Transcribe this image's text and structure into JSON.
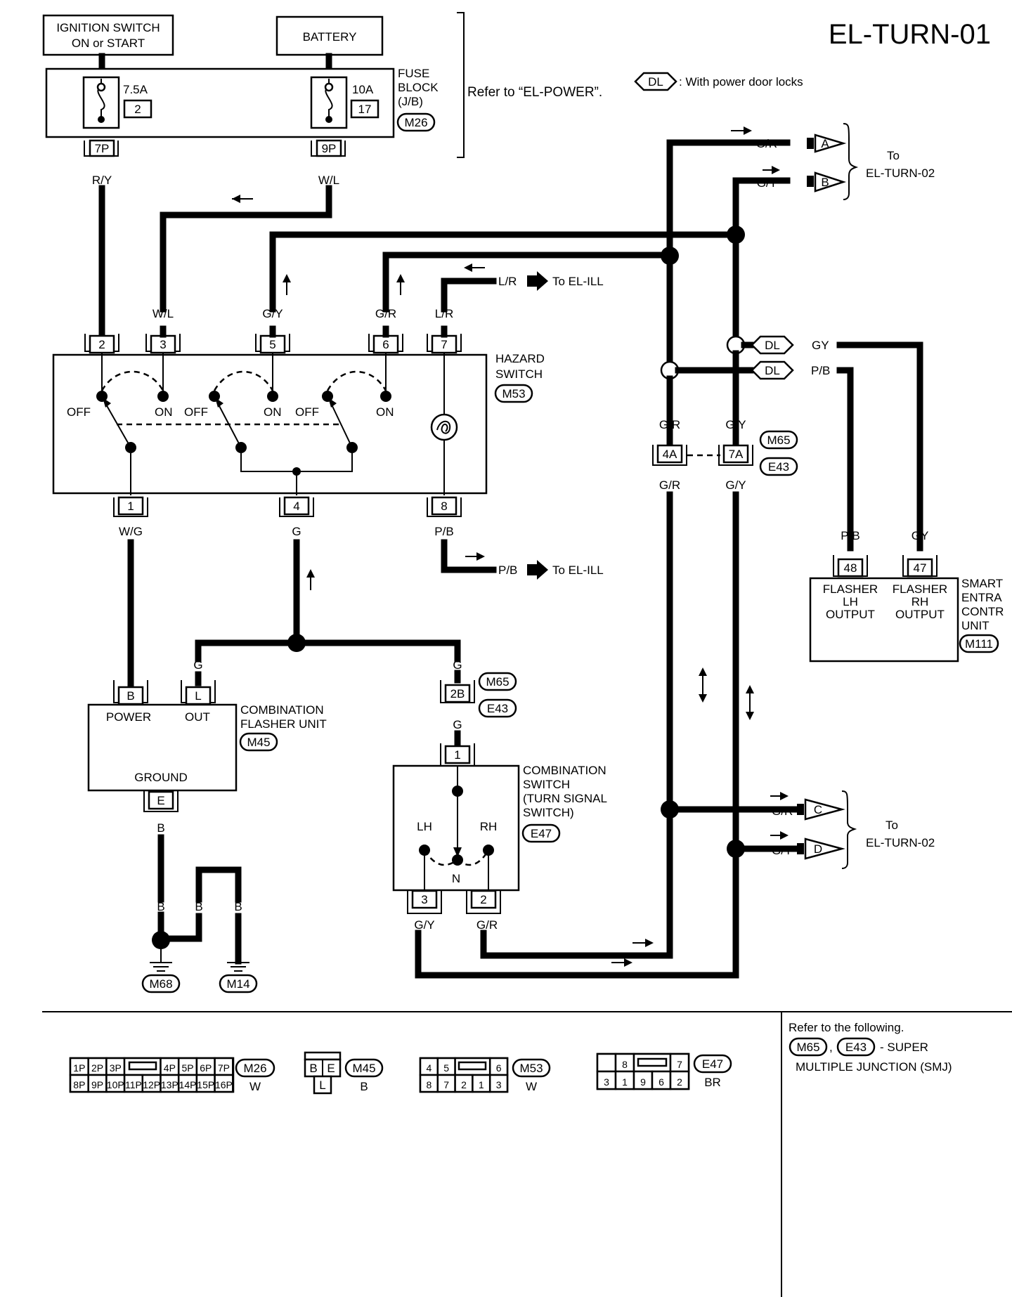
{
  "diagram": {
    "page_code": "EL-TURN-01",
    "note_dl": ": With power door locks",
    "note_refer_power": "Refer to “EL-POWER”.",
    "to_label": "To",
    "turn02": "EL-TURN-02",
    "to_el_ill": "To EL-ILL",
    "sources": {
      "ignition_line1": "IGNITION SWITCH",
      "ignition_line2": "ON or START",
      "battery": "BATTERY"
    },
    "fuse_block": {
      "line1": "FUSE",
      "line2": "BLOCK",
      "line3": "(J/B)",
      "conn": "M26",
      "fuse1_rating": "7.5A",
      "fuse1_no": "2",
      "fuse2_rating": "10A",
      "fuse2_no": "17",
      "pin1": "7P",
      "pin2": "9P"
    },
    "hazard": {
      "line1": "HAZARD",
      "line2": "SWITCH",
      "conn": "M53",
      "off": "OFF",
      "on": "ON",
      "pins_top": [
        "2",
        "3",
        "5",
        "6",
        "7"
      ],
      "pins_bottom": [
        "1",
        "4",
        "8"
      ]
    },
    "flasher": {
      "line1": "COMBINATION",
      "line2": "FLASHER UNIT",
      "conn": "M45",
      "power": "POWER",
      "out": "OUT",
      "ground": "GROUND",
      "pin_b": "B",
      "pin_l": "L",
      "pin_e": "E"
    },
    "combo_switch": {
      "line1": "COMBINATION",
      "line2": "SWITCH",
      "line3": "(TURN SIGNAL",
      "line4": "SWITCH)",
      "conn": "E47",
      "lh": "LH",
      "rh": "RH",
      "n": "N",
      "pin_top": "1",
      "pin_lh": "3",
      "pin_rh": "2"
    },
    "smart": {
      "line1": "SMART",
      "line2": "ENTRA",
      "line3": "CONTR",
      "line4": "UNIT",
      "conn": "M111",
      "lh1": "FLASHER",
      "lh2": "LH",
      "lh3": "OUTPUT",
      "rh1": "FLASHER",
      "rh2": "RH",
      "rh3": "OUTPUT",
      "pin_lh": "48",
      "pin_rh": "47"
    },
    "smj": {
      "m65": "M65",
      "e43": "E43",
      "pin_4a": "4A",
      "pin_7a": "7A",
      "pin_2b": "2B"
    },
    "grounds": {
      "g1": "M68",
      "g2": "M14"
    },
    "dl": "DL",
    "connectors": {
      "a": "A",
      "b": "B",
      "c": "C",
      "d": "D"
    },
    "wires": {
      "ry": "R/Y",
      "wl": "W/L",
      "gy": "G/Y",
      "gr": "G/R",
      "lr": "L/R",
      "wg": "W/G",
      "g": "G",
      "pb": "P/B",
      "b": "B",
      "gray": "GY"
    }
  },
  "legend": {
    "m26_top": [
      "1P",
      "2P",
      "3P",
      "4P",
      "5P",
      "6P",
      "7P"
    ],
    "m26_bottom": [
      "8P",
      "9P",
      "10P",
      "11P",
      "12P",
      "13P",
      "14P",
      "15P",
      "16P"
    ],
    "m26_conn": "M26",
    "m26_color": "W",
    "m45_top": [
      "B",
      "E"
    ],
    "m45_bottom": [
      "L"
    ],
    "m45_conn": "M45",
    "m45_color": "B",
    "m53_top": [
      "4",
      "5",
      "6"
    ],
    "m53_bottom": [
      "8",
      "7",
      "2",
      "1",
      "3"
    ],
    "m53_conn": "M53",
    "m53_color": "W",
    "e47_top": [
      "8",
      "7"
    ],
    "e47_bottom": [
      "3",
      "1",
      "9",
      "6",
      "2"
    ],
    "e47_conn": "E47",
    "e47_color": "BR",
    "refer_following": "Refer to the following.",
    "smj_m65": "M65",
    "smj_e43": "E43",
    "smj_sep": ",",
    "smj_desc1": "- SUPER",
    "smj_desc2": "MULTIPLE JUNCTION (SMJ)"
  }
}
